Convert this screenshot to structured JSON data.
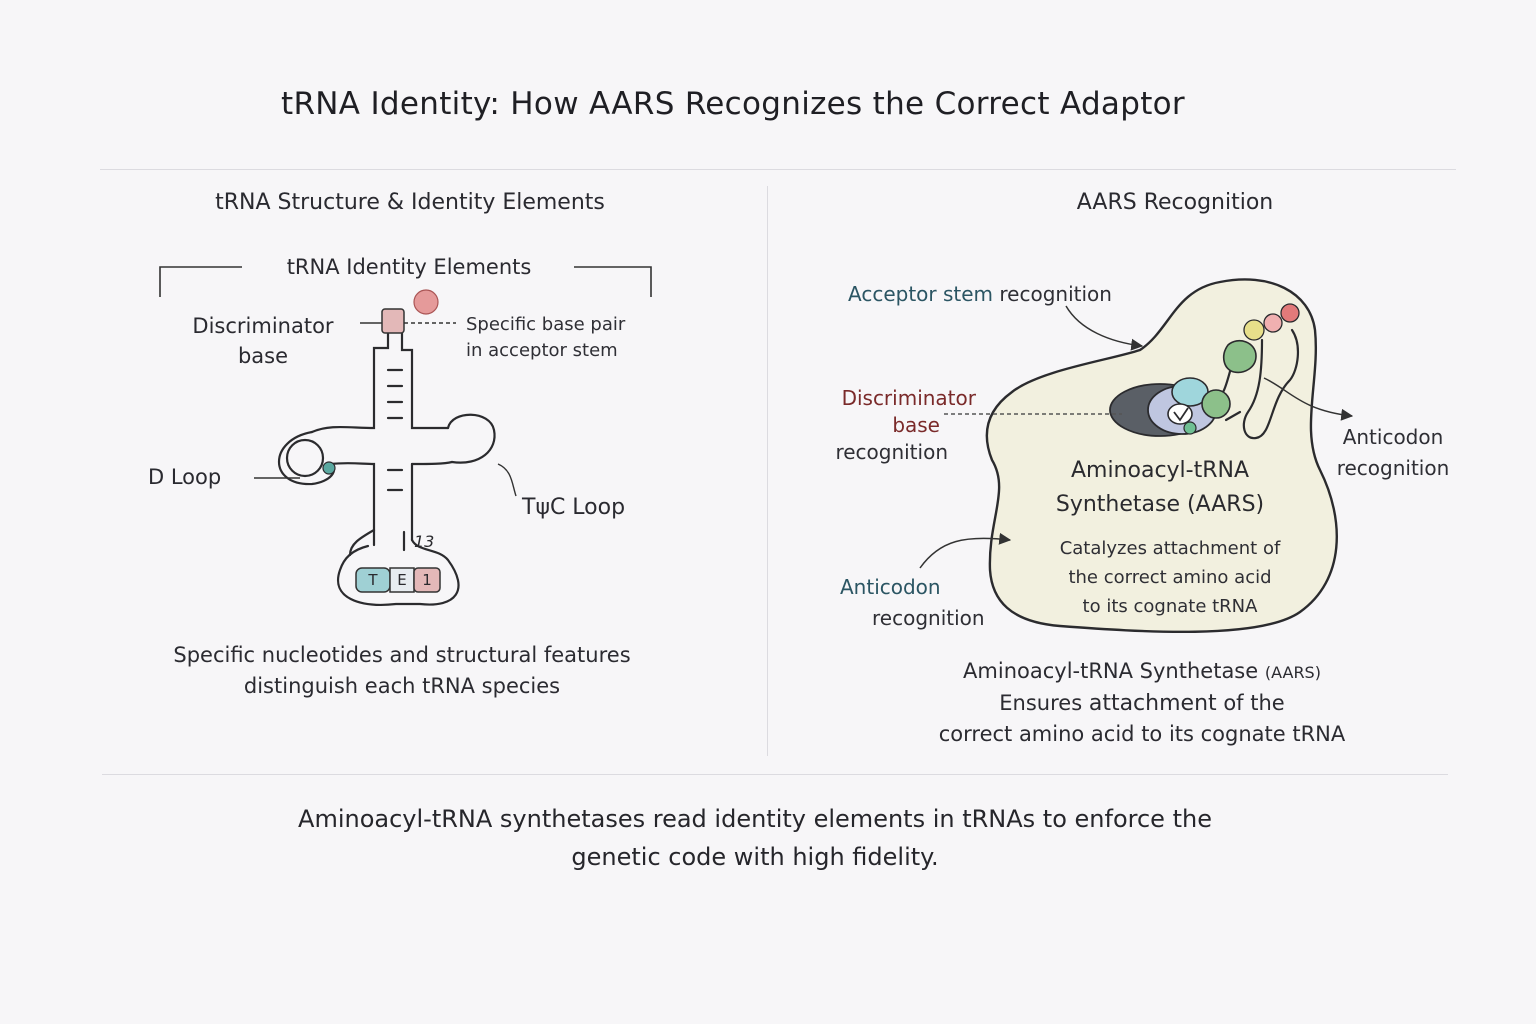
{
  "title": "tRNA Identity: How AARS Recognizes the Correct Adaptor",
  "left_panel": {
    "title": "tRNA Structure & Identity Elements",
    "bracket_label": "tRNA Identity Elements",
    "discriminator_line1": "Discriminator",
    "discriminator_line2": "base",
    "base_pair_line1": "Specific base pair",
    "base_pair_line2": "in acceptor stem",
    "d_loop": "D Loop",
    "tpsic_loop": "TψC Loop",
    "anticodon_number": "13",
    "anticodon_bases": [
      "T",
      "E",
      "1"
    ],
    "caption_line1": "Specific nucleotides and structural features",
    "caption_line2": "distinguish each tRNA species"
  },
  "right_panel": {
    "title": "AARS Recognition",
    "acceptor_prefix": "Acceptor stem",
    "acceptor_suffix": "recognition",
    "discriminator_line1": "Discriminator",
    "discriminator_line2": "base",
    "discriminator_line3": "recognition",
    "anticodon_right_line1": "Anticodon",
    "anticodon_right_line2": "recognition",
    "anticodon_left_line1": "Anticodon",
    "anticodon_left_line2": "recognition",
    "enzyme_line1": "Aminoacyl-tRNA",
    "enzyme_line2": "Synthetase (AARS)",
    "enzyme_desc_line1": "Catalyzes attachment of",
    "enzyme_desc_line2": "the correct amino acid",
    "enzyme_desc_line3": "to its cognate tRNA",
    "caption_line1_main": "Aminoacyl-tRNA Synthetase",
    "caption_line1_small": "(AARS)",
    "caption_line2_pre": "Ensures",
    "caption_line2_bold": "attachment",
    "caption_line2_post": "of the",
    "caption_line3": "correct amino acid to its cognate tRNA"
  },
  "footer_line1": "Aminoacyl-tRNA synthetases read identity elements in tRNAs to enforce the",
  "footer_line2": "genetic code with high fidelity.",
  "colors": {
    "background": "#f7f6f8",
    "enzyme_fill": "#f2f0df",
    "teal_text": "#2b5563",
    "maroon_text": "#7a2a2a",
    "pink_nt": "#e3b8b8",
    "teal_nt": "#9fd0d4",
    "green_nt": "#8cc08a",
    "yellow_nt": "#e7df8a",
    "red_nt": "#e27a7a"
  }
}
